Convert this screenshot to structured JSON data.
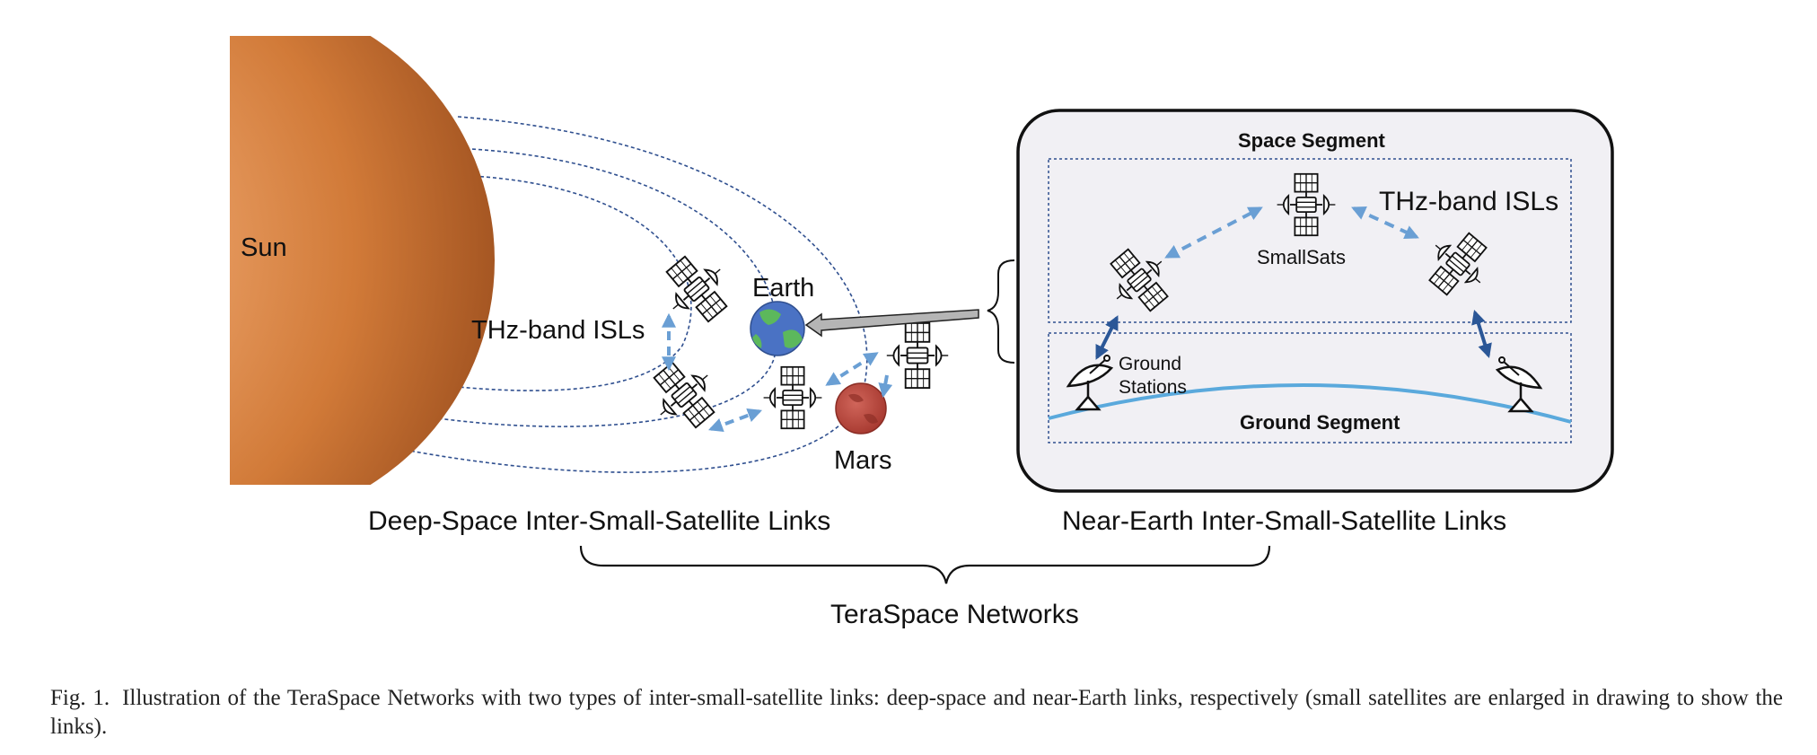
{
  "deep_space": {
    "sun_label": "Sun",
    "earth_label": "Earth",
    "mars_label": "Mars",
    "isl_label": "THz-band ISLs",
    "title": "Deep-Space Inter-Small-Satellite Links"
  },
  "near_earth": {
    "space_segment_label": "Space Segment",
    "ground_segment_label": "Ground Segment",
    "isl_label": "THz-band ISLs",
    "smallsats_label": "SmallSats",
    "ground_stations_label_line1": "Ground",
    "ground_stations_label_line2": "Stations",
    "title": "Near-Earth Inter-Small-Satellite Links"
  },
  "overall_label": "TeraSpace Networks",
  "caption": {
    "label": "Fig. 1.",
    "text": "Illustration of the TeraSpace Networks with two types of inter-small-satellite links: deep-space and near-Earth links, respectively (small satellites are enlarged in drawing to show the links)."
  },
  "colors": {
    "sun": "#c9702e",
    "orbit": "#2f4f8f",
    "link_arrow": "#6a9fd4",
    "ground_link": "#2b5797",
    "earth_blue": "#4a72c4",
    "earth_green": "#5cb85c",
    "mars": "#b8473a",
    "panel_bg": "#f1f0f4",
    "horizon": "#5aa9dc"
  },
  "icons": [
    "satellite-icon",
    "ground-station-dish-icon",
    "earth-icon",
    "mars-icon",
    "sun-icon"
  ]
}
